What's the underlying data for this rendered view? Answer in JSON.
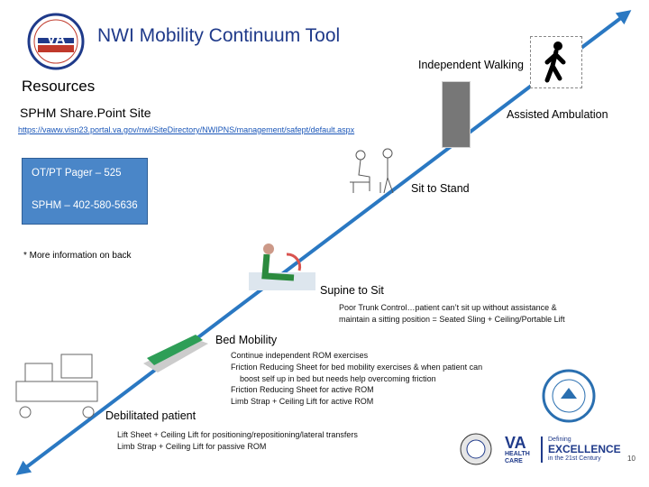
{
  "title": "NWI Mobility Continuum Tool",
  "resources": {
    "heading": "Resources",
    "sharepoint_label": "SPHM Share.Point Site",
    "url": "https://vaww.visn23.portal.va.gov/nwi/SiteDirectory/NWIPNS/management/safept/default.aspx",
    "box": {
      "pager": "OT/PT Pager – 525",
      "sphm": "SPHM – 402-580-5636"
    },
    "more_info": "* More information on back"
  },
  "steps": {
    "independent_walking": "Independent Walking",
    "assisted_ambulation": "Assisted Ambulation",
    "sit_to_stand": "Sit to Stand",
    "supine_to_sit": "Supine to Sit",
    "bed_mobility": "Bed Mobility",
    "debilitated_patient": "Debilitated patient"
  },
  "notes": {
    "supine_to_sit": [
      "Poor Trunk Control…patient can’t sit up without assistance &",
      "maintain a sitting position = Seated Sling + Ceiling/Portable Lift"
    ],
    "bed_mobility": [
      "Continue independent ROM exercises",
      "Friction Reducing Sheet for bed mobility exercises & when patient can",
      "boost self up in bed but needs help overcoming friction",
      "Friction Reducing Sheet for active ROM",
      "Limb Strap + Ceiling Lift for active ROM"
    ],
    "debilitated_patient": [
      "Lift Sheet + Ceiling Lift for positioning/repositioning/lateral transfers",
      "Limb Strap + Ceiling Lift for passive ROM"
    ]
  },
  "footer": {
    "va_top": "VA",
    "va_health": "HEALTH",
    "va_care": "CARE",
    "defining": "Defining",
    "excellence": "EXCELLENCE",
    "century": "in the 21st Century",
    "page_number": "10"
  },
  "colors": {
    "arrow": "#2a78c2",
    "title": "#1f3a8a",
    "box": "#4a86c8"
  }
}
